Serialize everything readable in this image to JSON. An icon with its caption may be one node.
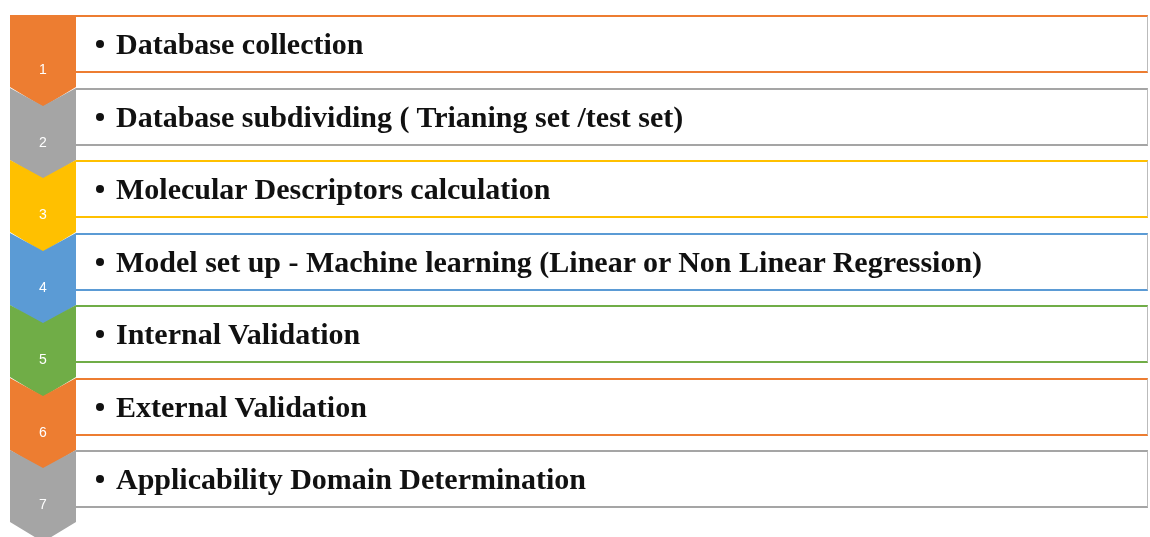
{
  "diagram": {
    "nodes": [
      {
        "text": [
          "1"
        ]
      },
      {
        "text": [
          "Database collection"
        ]
      },
      {
        "text": [
          "2"
        ]
      },
      {
        "text": [
          "Database subdividing ( Trianing set /test set)"
        ]
      },
      {
        "text": [
          "3"
        ]
      },
      {
        "text": [
          "Molecular Descriptors calculation"
        ]
      },
      {
        "text": [
          "4"
        ]
      },
      {
        "text": [
          "Model set up - Machine learning (Linear or Non Linear Regression)"
        ]
      },
      {
        "text": [
          "5"
        ]
      },
      {
        "text": [
          "Internal Validation"
        ]
      },
      {
        "text": [
          "6"
        ]
      },
      {
        "text": [
          "External Validation"
        ]
      },
      {
        "text": [
          "7"
        ]
      },
      {
        "text": [
          "Applicability Domain Determination"
        ]
      }
    ],
    "edges": []
  }
}
